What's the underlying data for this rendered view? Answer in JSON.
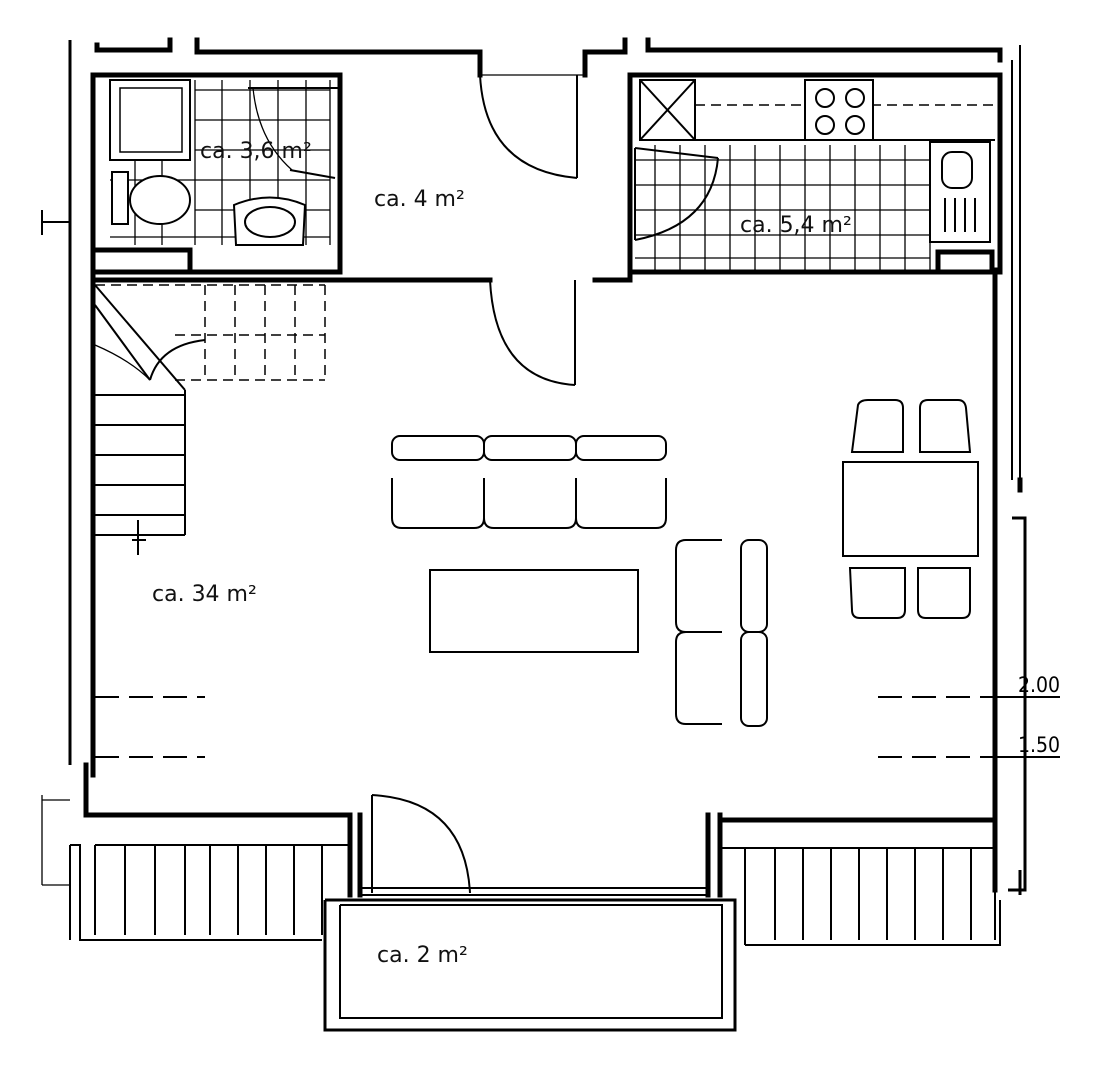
{
  "rooms": {
    "bathroom": "ca. 3,6 m²",
    "hallway": "ca. 4 m²",
    "kitchen": "ca. 5,4 m²",
    "living": "ca. 34 m²",
    "balcony": "ca. 2 m²"
  },
  "dimensions": {
    "upper": "2.00",
    "lower": "1.50"
  }
}
